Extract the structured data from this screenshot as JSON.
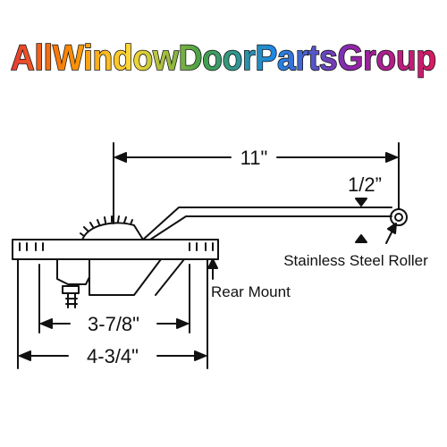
{
  "logo": {
    "text": "AllWindowDoorPartsGroup"
  },
  "diagram": {
    "dimensions": {
      "arm_length": "11\"",
      "roller_offset": "1/2”",
      "inner_base": "3-7/8\"",
      "outer_base": "4-3/4\""
    },
    "labels": {
      "roller": "Stainless Steel Roller",
      "mount": "Rear Mount"
    }
  },
  "colors": {
    "line": "#111111",
    "background": "#ffffff",
    "logo_stroke": "#111111",
    "logo_gradient": [
      "#e53935",
      "#fb8c00",
      "#fdd835",
      "#43a047",
      "#1e88e5",
      "#8e24aa",
      "#d81b60"
    ]
  }
}
